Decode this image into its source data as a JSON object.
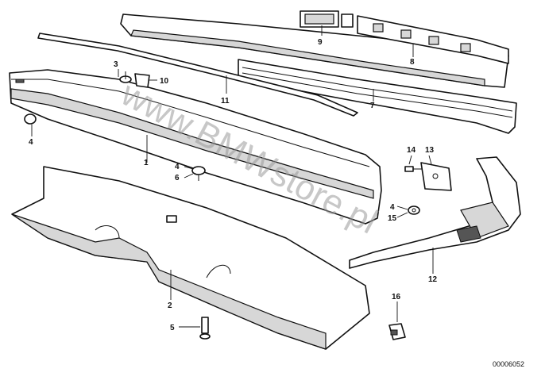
{
  "watermark": "www.BMWstore.pl",
  "diagram_code": "00006052",
  "callouts": [
    "1",
    "2",
    "3",
    "4",
    "4",
    "4",
    "5",
    "6",
    "7",
    "8",
    "9",
    "10",
    "11",
    "12",
    "13",
    "14",
    "15",
    "16"
  ]
}
